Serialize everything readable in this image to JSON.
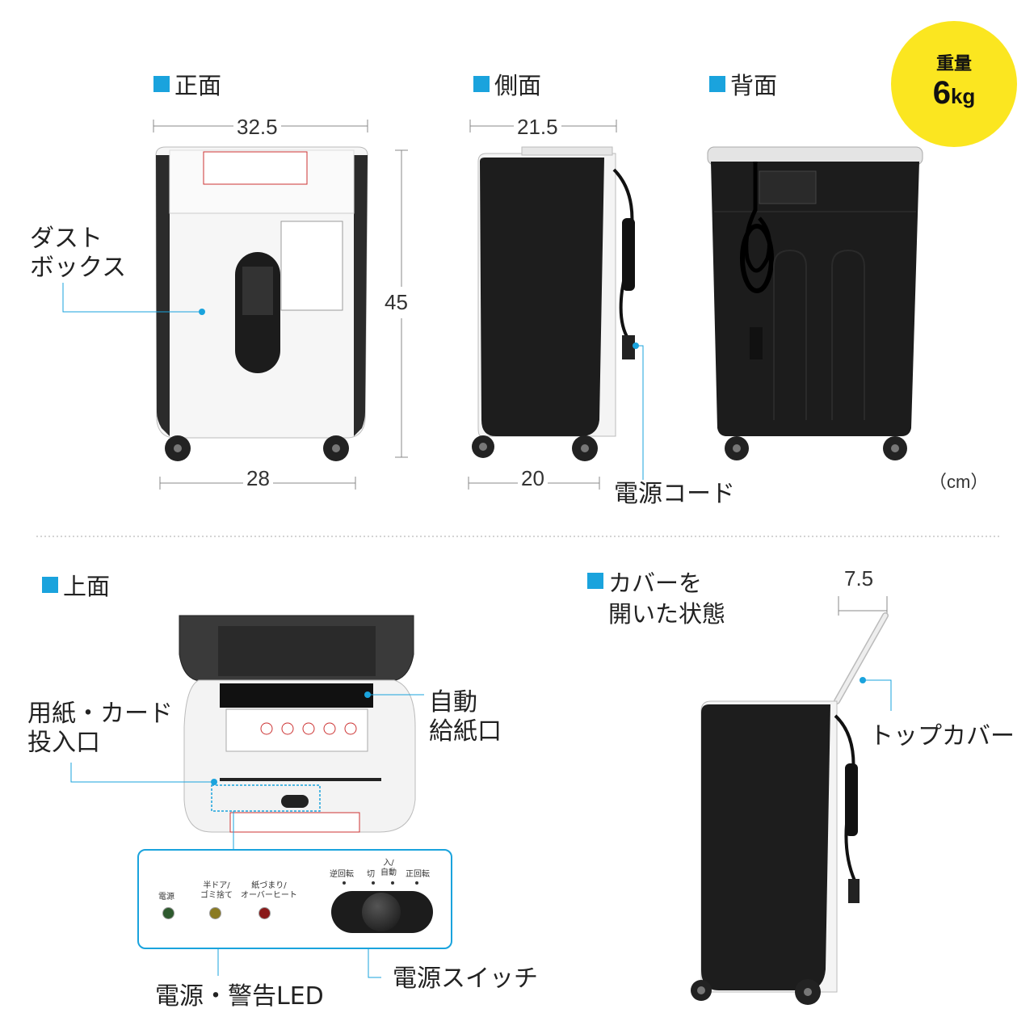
{
  "sections": {
    "front": "正面",
    "side": "側面",
    "back": "背面",
    "top": "上面",
    "open": "カバーを\n開いた状態"
  },
  "weight": {
    "label": "重量",
    "value": "6",
    "unit": "kg"
  },
  "dimensions": {
    "front_width": "32.5",
    "front_base": "28",
    "height": "45",
    "side_depth": "21.5",
    "side_base": "20",
    "cover_open": "7.5",
    "unit": "（cm）"
  },
  "labels": {
    "dust_box": "ダスト\nボックス",
    "power_cord": "電源コード",
    "paper_slot": "用紙・カード\n投入口",
    "auto_feed": "自動\n給紙口",
    "power_switch": "電源スイッチ",
    "led": "電源・警告LED",
    "top_cover": "トップカバー"
  },
  "panel": {
    "led_power": "電源",
    "led_door": "半ドア/\nゴミ捨て",
    "led_jam": "紙づまり/\nオーバーヒート",
    "switch_reverse": "逆回転",
    "switch_off": "切",
    "switch_auto": "入/\n自動",
    "switch_forward": "正回転"
  },
  "colors": {
    "accent": "#1aa3dd",
    "badge": "#fbe620",
    "led_green": "#2e5a2e",
    "led_yellow": "#8a7a22",
    "led_red": "#8a1a1a"
  }
}
